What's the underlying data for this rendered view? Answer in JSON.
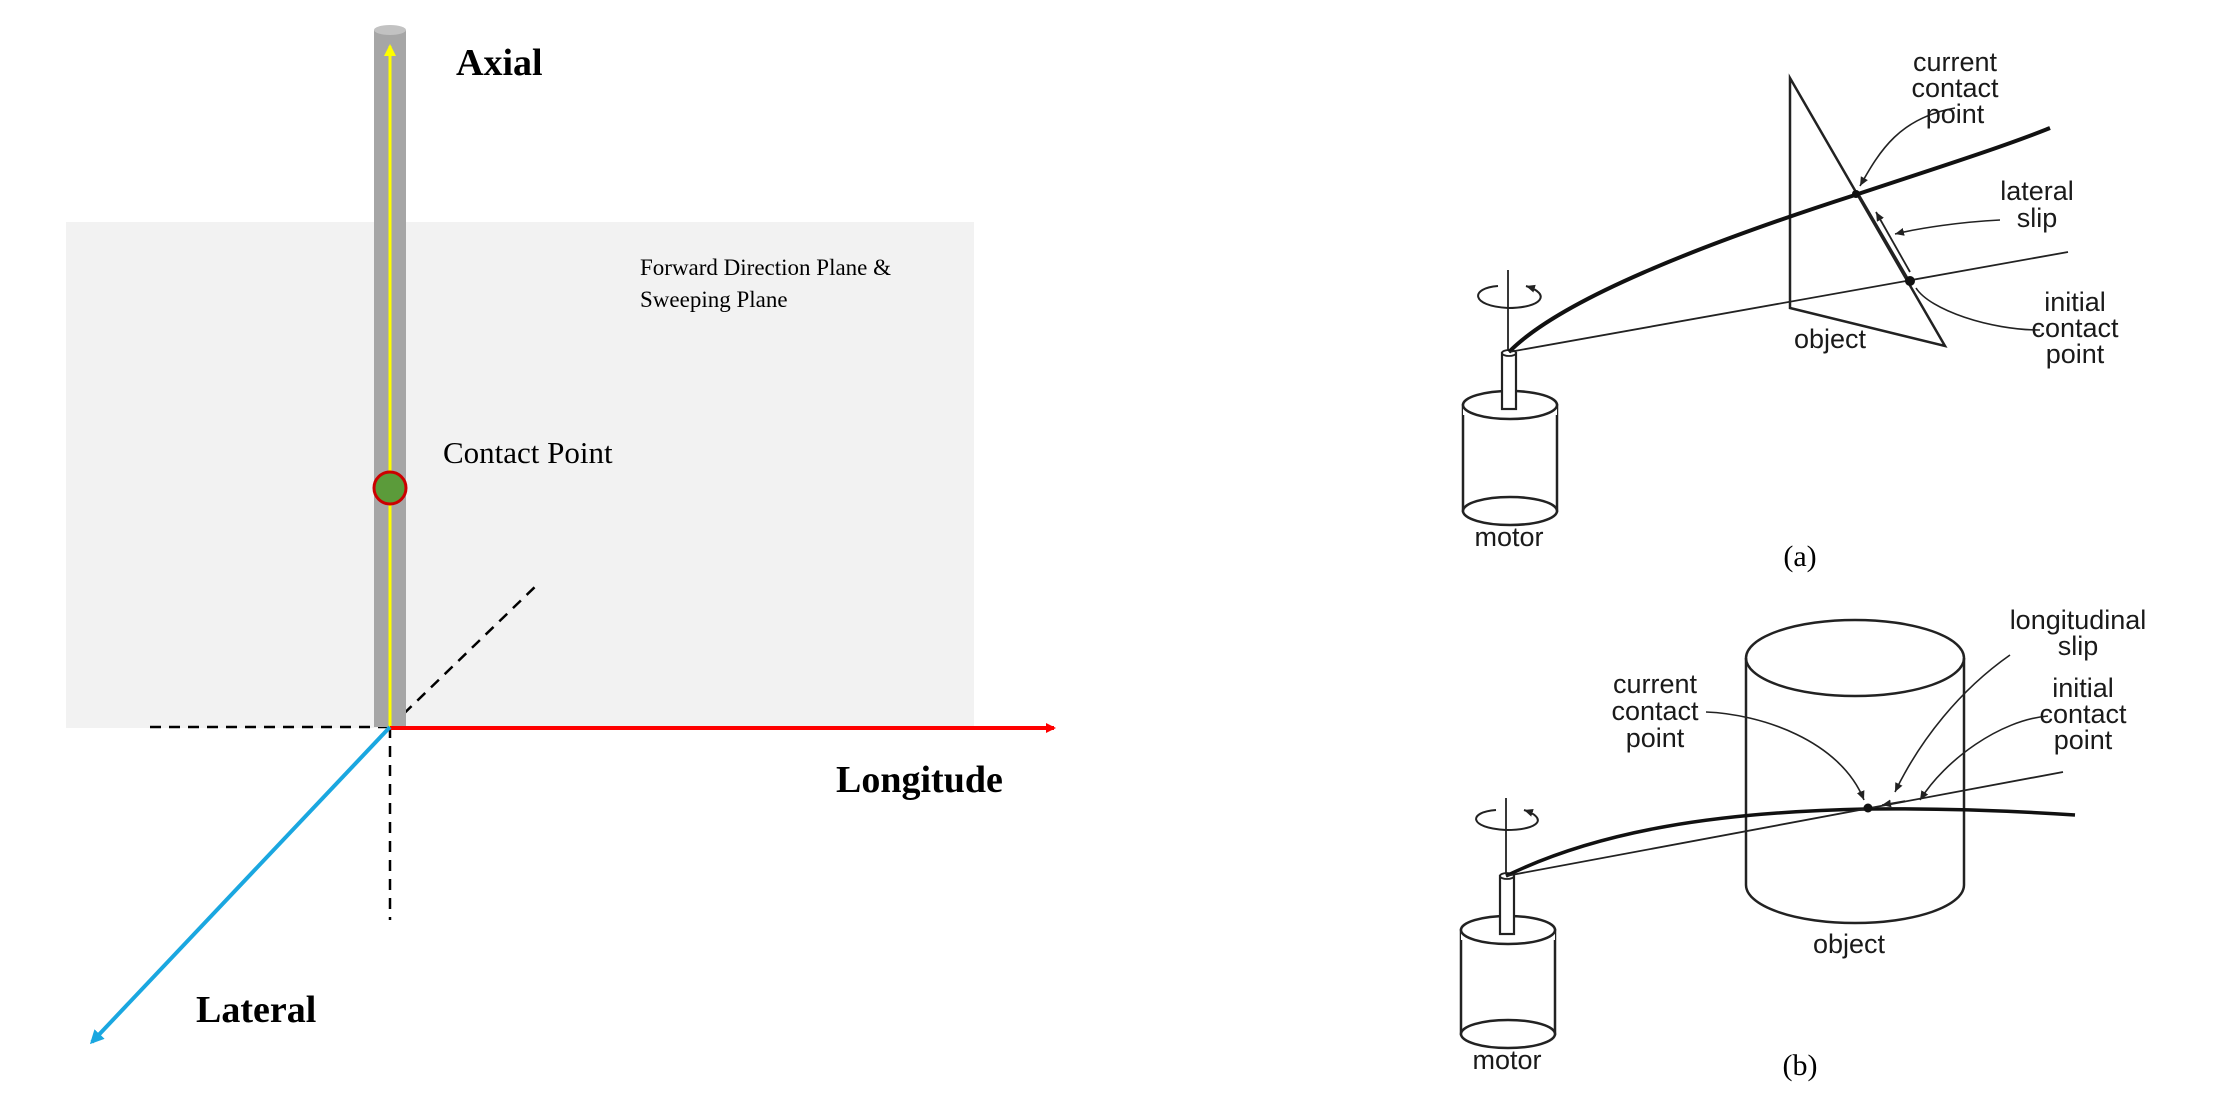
{
  "left_diagram": {
    "axial_label": "Axial",
    "longitude_label": "Longitude",
    "lateral_label": "Lateral",
    "plane_label_line1": "Forward Direction Plane &",
    "plane_label_line2": "Sweeping Plane",
    "contact_point_label": "Contact Point",
    "colors": {
      "plane": "#f2f2f2",
      "rod": "#a6a6a6",
      "axial_arrow": "#ffff00",
      "longitude_arrow": "#ff0000",
      "lateral_arrow": "#1aa7e0",
      "contact_fill": "#5b9b3a",
      "contact_stroke": "#cc0000"
    }
  },
  "figure_a": {
    "current_contact": [
      "current",
      "contact",
      "point"
    ],
    "lateral_slip": [
      "lateral",
      "slip"
    ],
    "initial_contact": [
      "initial",
      "contact",
      "point"
    ],
    "object_label": "object",
    "motor_label": "motor",
    "caption": "(a)"
  },
  "figure_b": {
    "current_contact": [
      "current",
      "contact",
      "point"
    ],
    "longitudinal_slip": [
      "longitudinal",
      "slip"
    ],
    "initial_contact": [
      "initial",
      "contact",
      "point"
    ],
    "object_label": "object",
    "motor_label": "motor",
    "caption": "(b)"
  }
}
